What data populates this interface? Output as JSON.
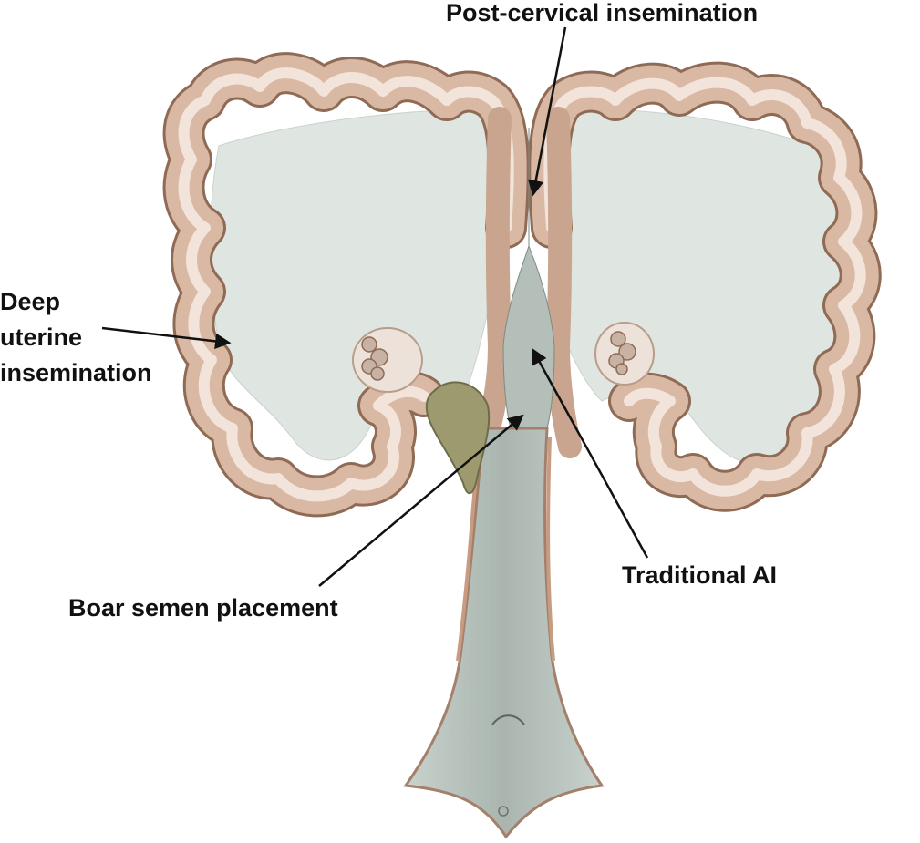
{
  "labels": {
    "post_cervical": "Post-cervical insemination",
    "deep_uterine": [
      "Deep",
      "uterine",
      "insemination"
    ],
    "traditional_ai": "Traditional AI",
    "boar_semen": "Boar semen placement"
  },
  "colors": {
    "uterine_wall": "#d9b9a3",
    "uterine_wall_edge": "#8f6a55",
    "uterine_wall_inner": "#f2e4da",
    "mesometrium": "#dfe6e1",
    "vagina_lumen": "#b8c3bd",
    "ovary_bladder": "#9c9a6e",
    "arrow": "#111111"
  }
}
